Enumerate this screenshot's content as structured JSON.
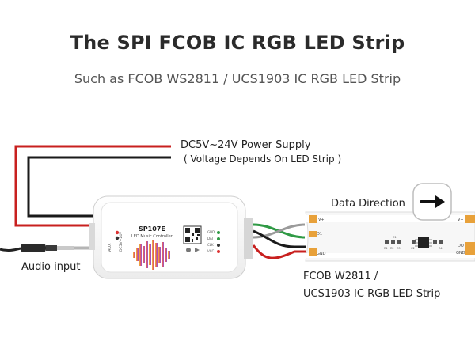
{
  "header": {
    "title": "The SPI FCOB IC RGB LED Strip",
    "subtitle": "Such as FCOB WS2811 / UCS1903 IC RGB LED Strip"
  },
  "power": {
    "line1": "DC5V~24V Power Supply",
    "line2": "( Voltage Depends On LED Strip )"
  },
  "audio": {
    "label": "Audio input"
  },
  "controller": {
    "model": "SP107E",
    "name": "LED Music Controller",
    "side_text": "AUX",
    "side_text2": "DC5V~24V",
    "terminals": [
      "GND",
      "DAT",
      "CLK",
      "VCC"
    ]
  },
  "strip": {
    "direction_label": "Data Direction",
    "pad_labels": {
      "vplus_left": "V+",
      "vplus_right": "V+",
      "d1": "D1",
      "gnd": "GND",
      "do": "DO",
      "gnd_right": "GND"
    },
    "component_labels": [
      "R1",
      "R2",
      "R3",
      "R4",
      "C1",
      "C2"
    ],
    "name_line1": "FCOB  W2811 /",
    "name_line2": "UCS1903 IC RGB LED Strip"
  },
  "colors": {
    "red_wire": "#c8201f",
    "black_wire": "#1a1a1a",
    "green_wire": "#2f9a45",
    "strip_pad": "#e8a13a",
    "gray_wire": "#9a9a9a"
  }
}
